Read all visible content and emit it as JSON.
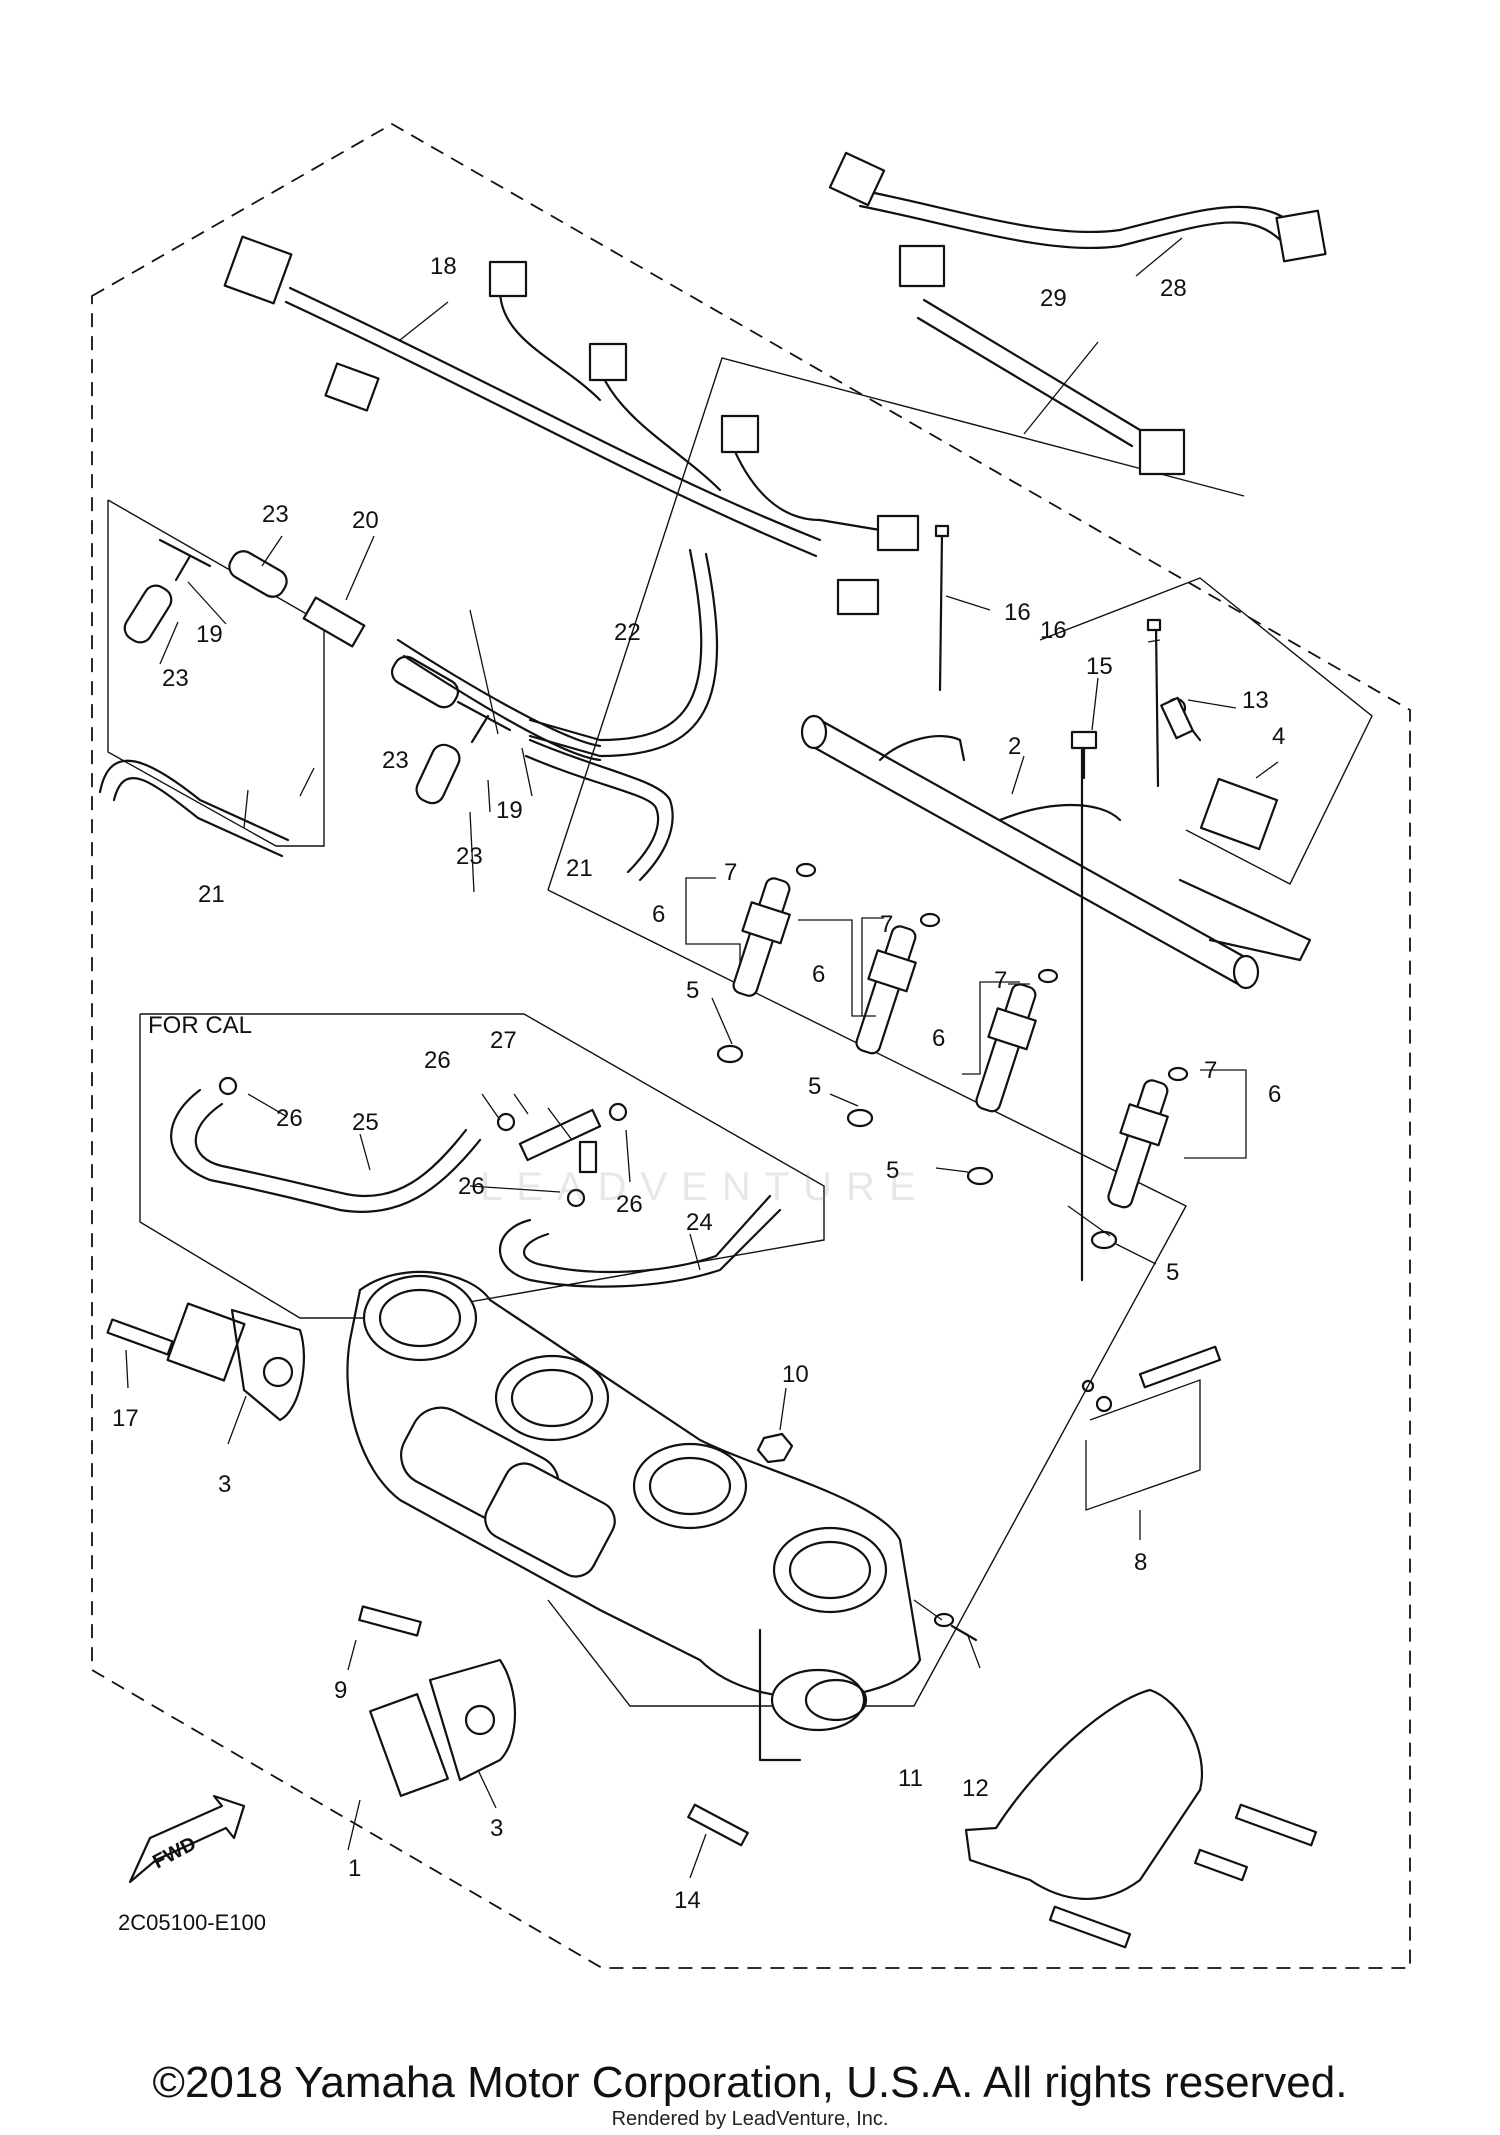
{
  "drawing_code": "2C05100-E100",
  "copyright": "©2018 Yamaha Motor Corporation, U.S.A. All rights reserved.",
  "rendered_by": "Rendered by LeadVenture, Inc.",
  "watermark": "LEADVENTURE",
  "for_cal_label": "FOR CAL",
  "fwd_label": "FWD",
  "callouts": {
    "c1": "1",
    "c2": "2",
    "c3a": "3",
    "c3b": "3",
    "c4": "4",
    "c5a": "5",
    "c5b": "5",
    "c5c": "5",
    "c5d": "5",
    "c6a": "6",
    "c6b": "6",
    "c6c": "6",
    "c6d": "6",
    "c7a": "7",
    "c7b": "7",
    "c7c": "7",
    "c7d": "7",
    "c8": "8",
    "c9": "9",
    "c10": "10",
    "c11": "11",
    "c12": "12",
    "c13": "13",
    "c14": "14",
    "c15": "15",
    "c16a": "16",
    "c16b": "16",
    "c17": "17",
    "c18": "18",
    "c19a": "19",
    "c19b": "19",
    "c20": "20",
    "c21a": "21",
    "c21b": "21",
    "c22": "22",
    "c23a": "23",
    "c23b": "23",
    "c23c": "23",
    "c23d": "23",
    "c24": "24",
    "c25": "25",
    "c26a": "26",
    "c26b": "26",
    "c26c": "26",
    "c26d": "26",
    "c27": "27",
    "c28": "28",
    "c29": "29"
  }
}
